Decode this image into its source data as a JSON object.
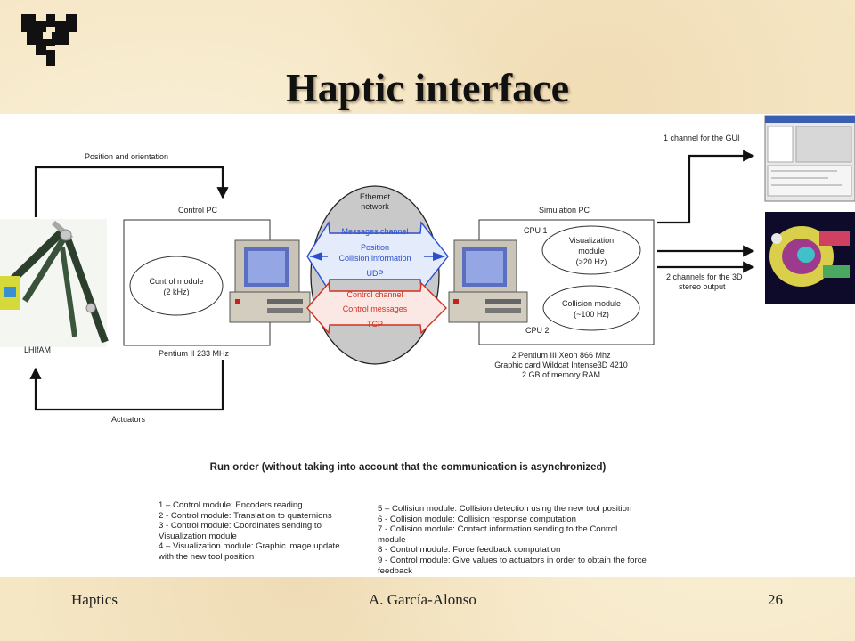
{
  "slide": {
    "title": "Haptic interface"
  },
  "diagram": {
    "position_orientation": "Position and orientation",
    "actuators": "Actuators",
    "device_name": "LHIfAM",
    "control_pc": {
      "title": "Control PC",
      "module": "Control module",
      "rate": "(2 kHz)",
      "cpu": "Pentium II 233 MHz"
    },
    "network": {
      "title_1": "Ethernet",
      "title_2": "network",
      "messages_channel": "Messages channel",
      "position": "Position",
      "collision_info": "Collision information",
      "udp": "UDP",
      "control_channel": "Control channel",
      "control_messages": "Control messages",
      "tcp": "TCP"
    },
    "simulation_pc": {
      "title": "Simulation PC",
      "cpu1": "CPU 1",
      "cpu2": "CPU 2",
      "viz_1": "Visualization",
      "viz_2": "module",
      "viz_3": "(>20 Hz)",
      "col_1": "Collision module",
      "col_2": "(~100 Hz)",
      "spec_1": "2 Pentium III Xeon 866 Mhz",
      "spec_2": "Graphic card Wildcat Intense3D 4210",
      "spec_3": "2 GB of memory RAM"
    },
    "outputs": {
      "gui": "1 channel for the GUI",
      "stereo_1": "2 channels for the 3D",
      "stereo_2": "stereo output"
    },
    "run_order_title": "Run order (without taking into account that the communication is asynchronized)",
    "steps_left": [
      "1 – Control module: Encoders reading",
      "2 - Control module: Translation to quaternions",
      "3 - Control module: Coordinates sending to\nVisualization module",
      "4 – Visualization module: Graphic image update\nwith the new tool position"
    ],
    "steps_right": [
      "5 – Collision module: Collision detection using the new tool position",
      "6 - Collision module: Collision response computation",
      "7 - Collision module: Contact information sending to the Control\nmodule",
      "8 - Control module: Force feedback computation",
      "9 - Control module: Give values to actuators in order to obtain the force\nfeedback"
    ]
  },
  "footer": {
    "left": "Haptics",
    "center": "A. García-Alonso",
    "page": "26"
  },
  "colors": {
    "blue_channel": "#2a4fd0",
    "red_channel": "#d03020",
    "cloud": "#c9c9c9"
  }
}
